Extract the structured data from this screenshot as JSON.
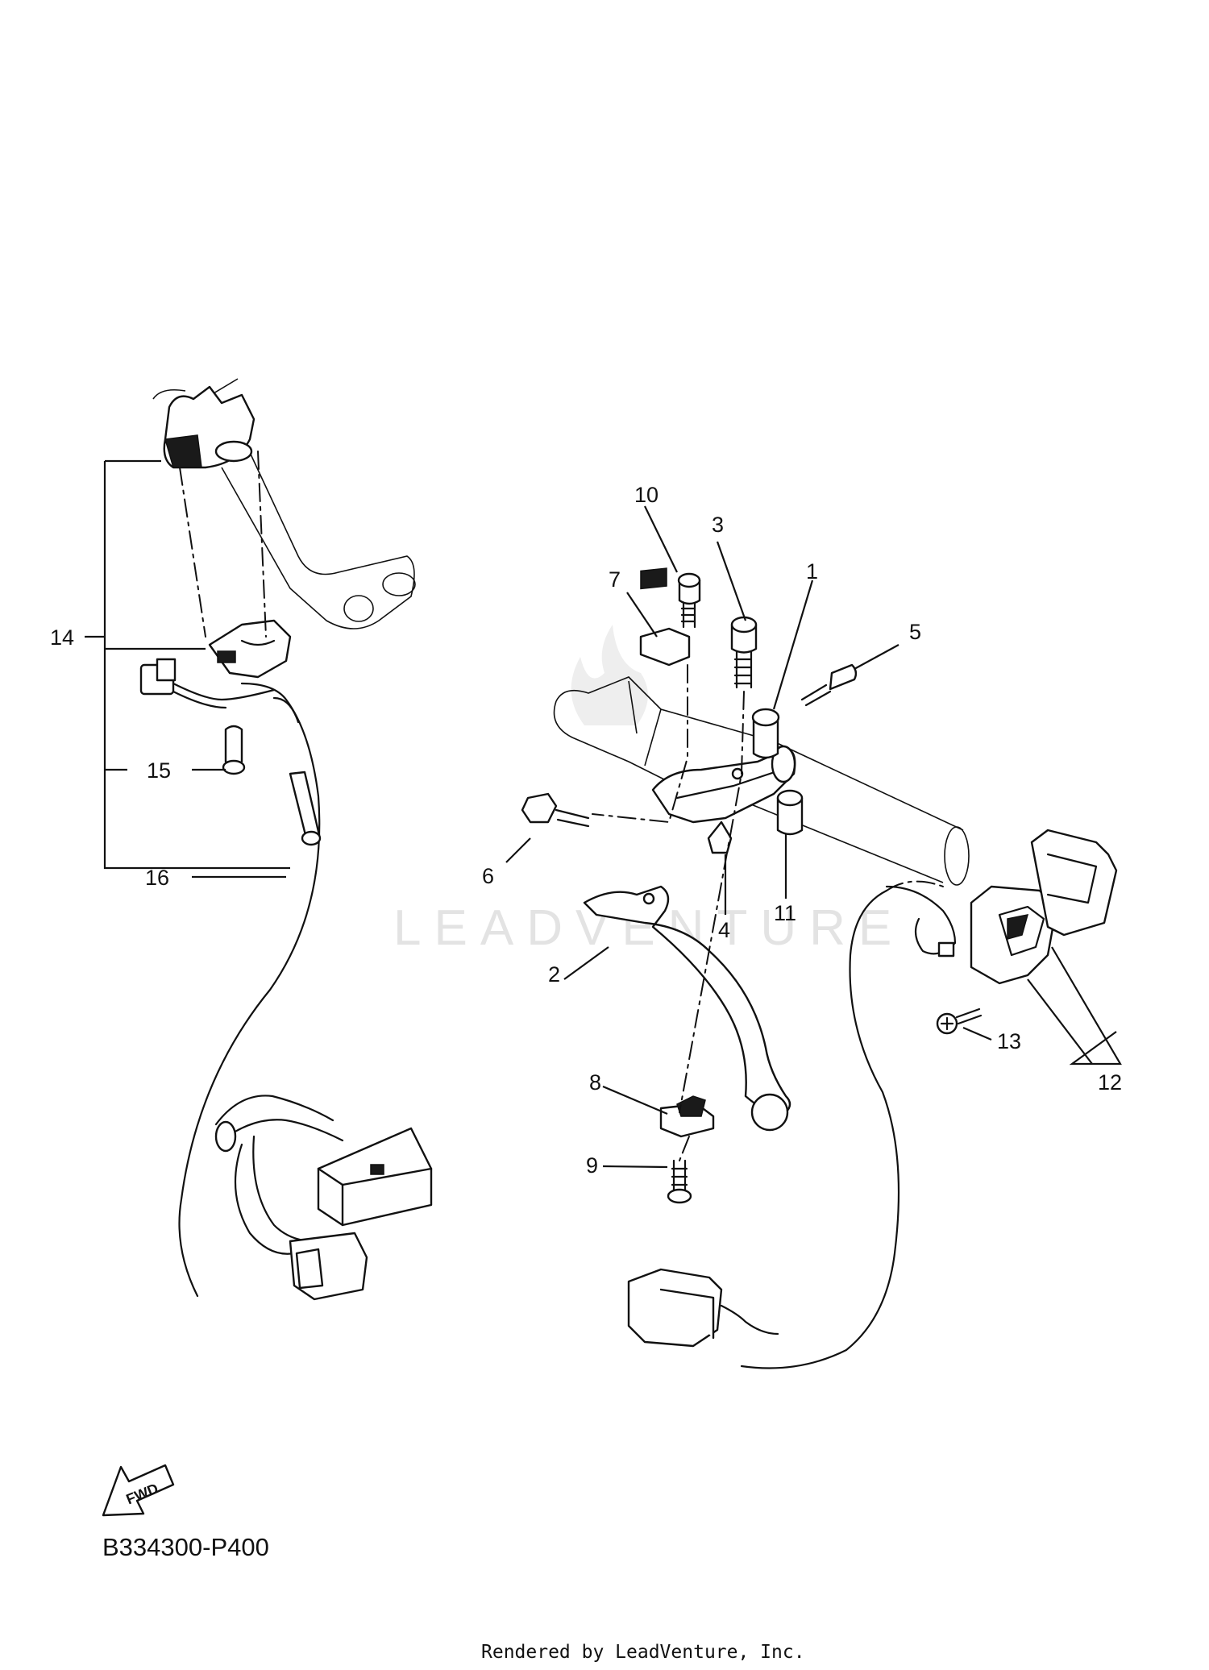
{
  "callouts": [
    "1",
    "2",
    "3",
    "4",
    "5",
    "6",
    "7",
    "8",
    "9",
    "10",
    "11",
    "12",
    "13",
    "14",
    "15",
    "16"
  ],
  "watermark": "LEADVENTURE",
  "diagram_code": "B334300-P400",
  "fwd_label": "FWD",
  "footer": "Rendered by LeadVenture, Inc."
}
